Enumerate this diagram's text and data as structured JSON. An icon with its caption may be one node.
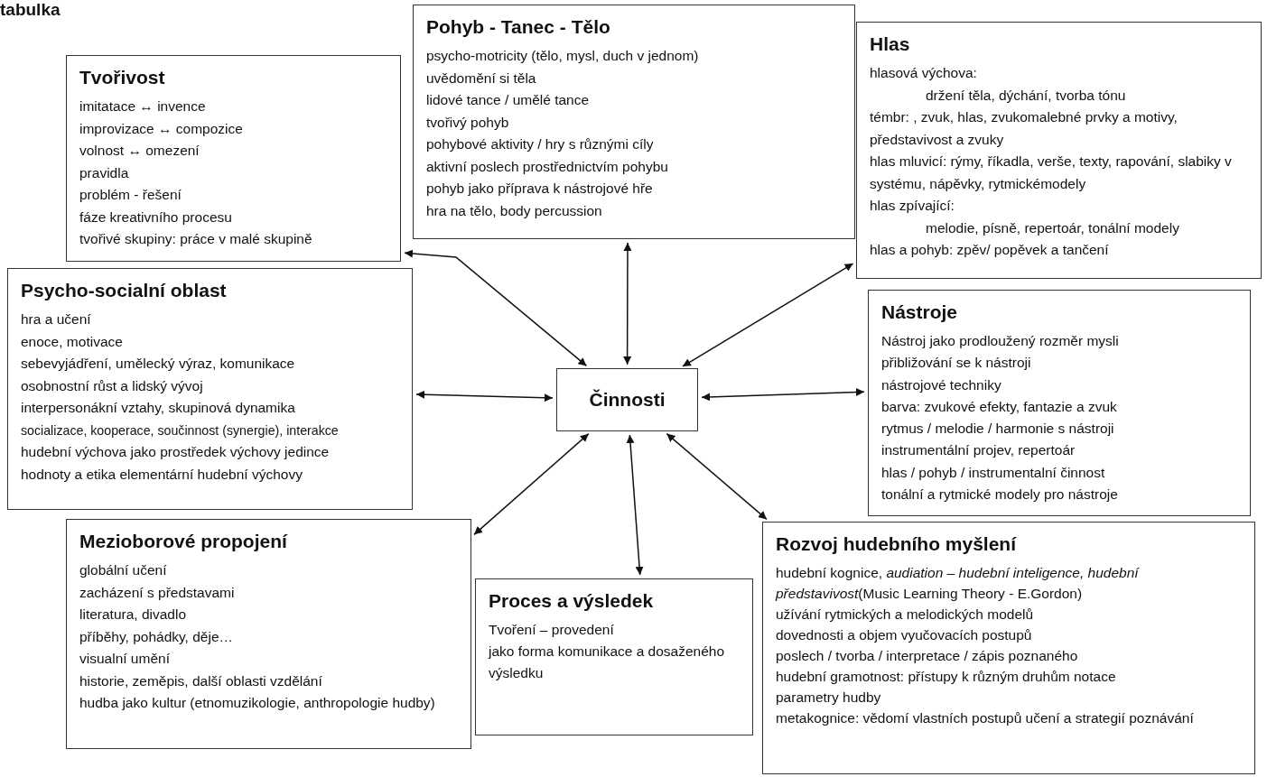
{
  "diagram": {
    "title": "tabulka",
    "nodes": [
      {
        "text": [
          "Pohyb - Tanec - Tělo",
          "psycho-motricity (tělo, mysl, duch v jednom)",
          "uvědomění si těla",
          "lidové tance / umělé tance",
          "tvořivý pohyb",
          "pohybové aktivity / hry s různými cíly",
          "aktivní poslech prostřednictvím pohybu",
          "pohyb jako příprava k nástrojové hře",
          "hra na tělo, body percussion"
        ]
      },
      {
        "text": [
          "Tvořivost",
          "imitatace ↔ invence",
          "improvizace ↔ compozice",
          "volnost ↔ omezení",
          "pravidla",
          "problém - řešení",
          "fáze kreativního procesu",
          "tvořivé skupiny: práce v malé skupině"
        ]
      },
      {
        "text": [
          "Hlas",
          "hlasová výchova:",
          "držení těla, dýchání, tvorba tónu",
          "témbr: , zvuk, hlas, zvukomalebné prvky a motivy, představivost a zvuky",
          "hlas mluvicí: rýmy, říkadla, verše, texty, rapování, slabiky v systému, nápěvky, rytmickémodely",
          "hlas zpívající:",
          "melodie, písně, repertoár, tonální modely",
          "hlas a pohyb: zpěv/ popěvek a tančení"
        ]
      },
      {
        "text": [
          "Psycho-socialní oblast",
          "hra a učení",
          "enoce, motivace",
          "sebevyjádření, umělecký výraz, komunikace",
          "osobnostní růst a lidský vývoj",
          "interpersonákní vztahy, skupinová dynamika",
          "socializace, kooperace, součinnost (synergie), interakce",
          "hudební výchova jako prostředek výchovy jedince",
          "hodnoty a etika elementární hudební výchovy"
        ]
      },
      {
        "text": [
          "Činnosti"
        ]
      },
      {
        "text": [
          "Nástroje",
          "Nástroj jako prodloužený rozměr mysli",
          "přibližování se k nástroji",
          "nástrojové techniky",
          "barva: zvukové efekty, fantazie a zvuk",
          "rytmus / melodie / harmonie s nástroji",
          "instrumentální projev, repertoár",
          "hlas / pohyb / instrumentalní činnost",
          "tonální a rytmické modely pro nástroje"
        ]
      },
      {
        "text": [
          "Mezioborové propojení",
          "globální učení",
          "zacházení s představami",
          "literatura, divadlo",
          "příběhy, pohádky, děje…",
          "visualní umění",
          "historie, zeměpis, další oblasti vzdělání",
          "hudba jako kultur (etnomuzikologie, anthropologie hudby)"
        ]
      },
      {
        "text": [
          "Proces a výsledek",
          "Tvoření – provedení",
          "jako forma komunikace a dosaženého výsledku"
        ]
      },
      {
        "text": [
          "Rozvoj hudebního myšlení",
          "hudební kognice, *audiation – hudební inteligence, hudební představivost*(Music Learning Theory - E.Gordon)",
          "užívání rytmických a melodických modelů",
          "dovednosti a objem vyučovacích postupů",
          "poslech / tvorba / interpretace / zápis poznaného",
          "hudební gramotnost: přístupy k různým druhům notace",
          "parametry hudby",
          "metakognice: vědomí vlastních postupů učení a strategií poznávání"
        ]
      }
    ],
    "edges": [
      {
        "from": 4,
        "to": 0,
        "arrow": "both"
      },
      {
        "from": 4,
        "to": 1,
        "arrow": "both"
      },
      {
        "from": 4,
        "to": 2,
        "arrow": "both"
      },
      {
        "from": 4,
        "to": 3,
        "arrow": "both"
      },
      {
        "from": 4,
        "to": 5,
        "arrow": "both"
      },
      {
        "from": 4,
        "to": 6,
        "arrow": "both"
      },
      {
        "from": 4,
        "to": 7,
        "arrow": "both"
      },
      {
        "from": 4,
        "to": 8,
        "arrow": "both"
      }
    ]
  }
}
